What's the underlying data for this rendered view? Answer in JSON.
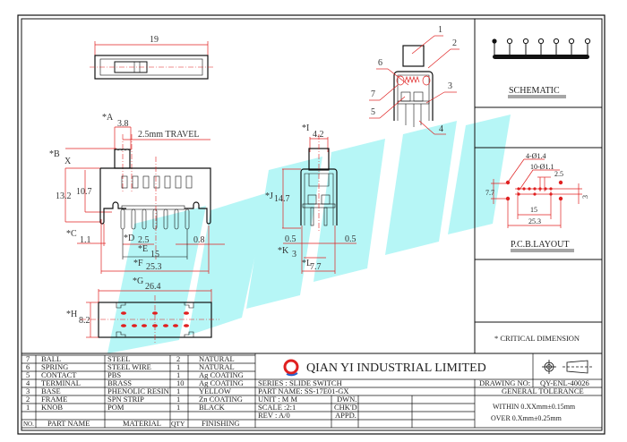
{
  "drawing": {
    "top_view": {
      "width_dim": "19"
    },
    "front_view": {
      "dim_a_label": "*A",
      "dim_a": "3.8",
      "travel": "2.5mm  TRAVEL",
      "dim_b_label": "*B",
      "dim_b": "X",
      "height_total": "13.2",
      "height_body": "10.7",
      "dim_c_label": "*C",
      "dim_c": "1.1",
      "dim_d_label": "*D",
      "dim_d": "2.5",
      "dim_e_label": "*E",
      "dim_e": "15",
      "dim_f_label": "*F",
      "dim_f": "25.3",
      "right_offset": "0.8"
    },
    "bottom_view": {
      "dim_g_label": "*G",
      "dim_g": "26.4",
      "dim_h_label": "*H",
      "dim_h": "8.2"
    },
    "side_view": {
      "dim_i_label": "*I",
      "dim_i": "4.2",
      "dim_j_label": "*J",
      "dim_j": "14.7",
      "left_offset": "0.5",
      "right_offset": "0.5",
      "dim_k_label": "*K",
      "dim_k": "3",
      "dim_l_label": "*L",
      "dim_l": "7.7"
    },
    "exploded_callouts": [
      "1",
      "2",
      "3",
      "4",
      "5",
      "6",
      "7"
    ],
    "schematic_title": "SCHEMATIC",
    "pcb": {
      "title": "P.C.B.LAYOUT",
      "holes_large": "4-Ø1.4",
      "holes_small": "10-Ø1.1",
      "pitch": "2.5",
      "height": "7.7",
      "row_gap": "3",
      "inner": "15",
      "outer": "25.3"
    },
    "critical_note": "* CRITICAL DIMENSION"
  },
  "bom": {
    "headers": {
      "no": "NO.",
      "part": "PART NAME",
      "material": "MATERIAL",
      "qty": "QTY",
      "finishing": "FINISHING"
    },
    "rows": [
      {
        "no": "7",
        "part": "BALL",
        "material": "STEEL",
        "qty": "2",
        "finishing": "NATURAL"
      },
      {
        "no": "6",
        "part": "SPRING",
        "material": "STEEL WIRE",
        "qty": "1",
        "finishing": "NATURAL"
      },
      {
        "no": "5",
        "part": "CONTACT",
        "material": "PBS",
        "qty": "1",
        "finishing": "Ag COATING"
      },
      {
        "no": "4",
        "part": "TERMINAL",
        "material": "BRASS",
        "qty": "10",
        "finishing": "Ag COATING"
      },
      {
        "no": "3",
        "part": "BASE",
        "material": "PHENOLIC RESIN",
        "qty": "1",
        "finishing": "YELLOW"
      },
      {
        "no": "2",
        "part": "FRAME",
        "material": "SPN STRIP",
        "qty": "1",
        "finishing": "Zn COATING"
      },
      {
        "no": "1",
        "part": "KNOB",
        "material": "POM",
        "qty": "1",
        "finishing": "BLACK"
      }
    ]
  },
  "title_block": {
    "company": "QIAN YI INDUSTRIAL LIMITED",
    "logo_letter": "Q",
    "series": "SERIES : SLIDE SWITCH",
    "part_name": "PART NAME: SS-17E01-GX",
    "unit": "UNIT  : M M",
    "scale": "SCALE :2:1",
    "rev": "REV   : A/0",
    "dwn": "DWN.",
    "chkd": "CHK'D",
    "appd": "APPD.",
    "drawing_no_label": "DRAWING NO:",
    "drawing_no": "QY-ENL-40026",
    "tolerance_title": "GENERAL TOLERANCE",
    "tolerance_within": "WITHIN 0.XXmm±0.15mm",
    "tolerance_over": "OVER   0.Xmm±0.25mm"
  },
  "colors": {
    "dimension": "#e02020",
    "watermark": "#8ff0f0",
    "logo": "#e02020"
  }
}
